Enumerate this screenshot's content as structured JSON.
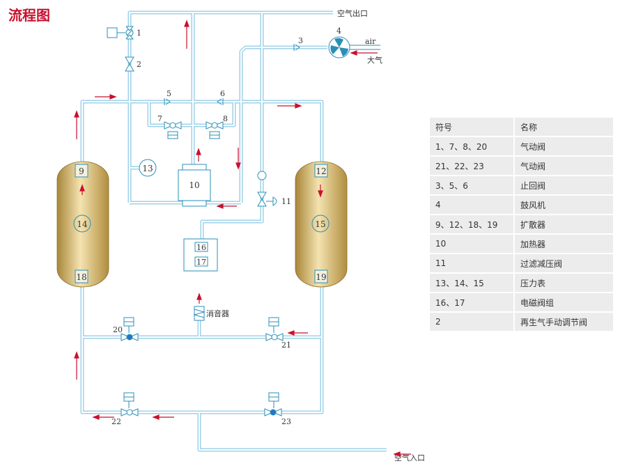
{
  "title": "流程图",
  "colors": {
    "pipe": "#9fd2e8",
    "arrow": "#c8102e",
    "tank_fill": "#c9a85a",
    "label_bg": "#f4f0df"
  },
  "labels": {
    "air_out": "空气出口",
    "air_in": "空气入口",
    "air": "air",
    "atmosphere": "大气",
    "silencer": "消音器"
  },
  "components": {
    "n1": "1",
    "n2": "2",
    "n3": "3",
    "n4": "4",
    "n5": "5",
    "n6": "6",
    "n7": "7",
    "n8": "8",
    "n9": "9",
    "n10": "10",
    "n11": "11",
    "n12": "12",
    "n13": "13",
    "n14": "14",
    "n15": "15",
    "n16": "16",
    "n17": "17",
    "n18": "18",
    "n19": "19",
    "n20": "20",
    "n21": "21",
    "n22": "22",
    "n23": "23"
  },
  "legend": {
    "headers": {
      "symbol": "符号",
      "name": "名称"
    },
    "rows": [
      {
        "symbol": "1、7、8、20",
        "name": "气动阀"
      },
      {
        "symbol": "21、22、23",
        "name": "气动阀"
      },
      {
        "symbol": "3、5、6",
        "name": "止回阀"
      },
      {
        "symbol": "4",
        "name": "鼓风机"
      },
      {
        "symbol": "9、12、18、19",
        "name": "扩散器"
      },
      {
        "symbol": "10",
        "name": "加热器"
      },
      {
        "symbol": "11",
        "name": "过滤减压阀"
      },
      {
        "symbol": "13、14、15",
        "name": "压力表"
      },
      {
        "symbol": "16、17",
        "name": "电磁阀组"
      },
      {
        "symbol": "2",
        "name": "再生气手动调节阀"
      }
    ]
  }
}
